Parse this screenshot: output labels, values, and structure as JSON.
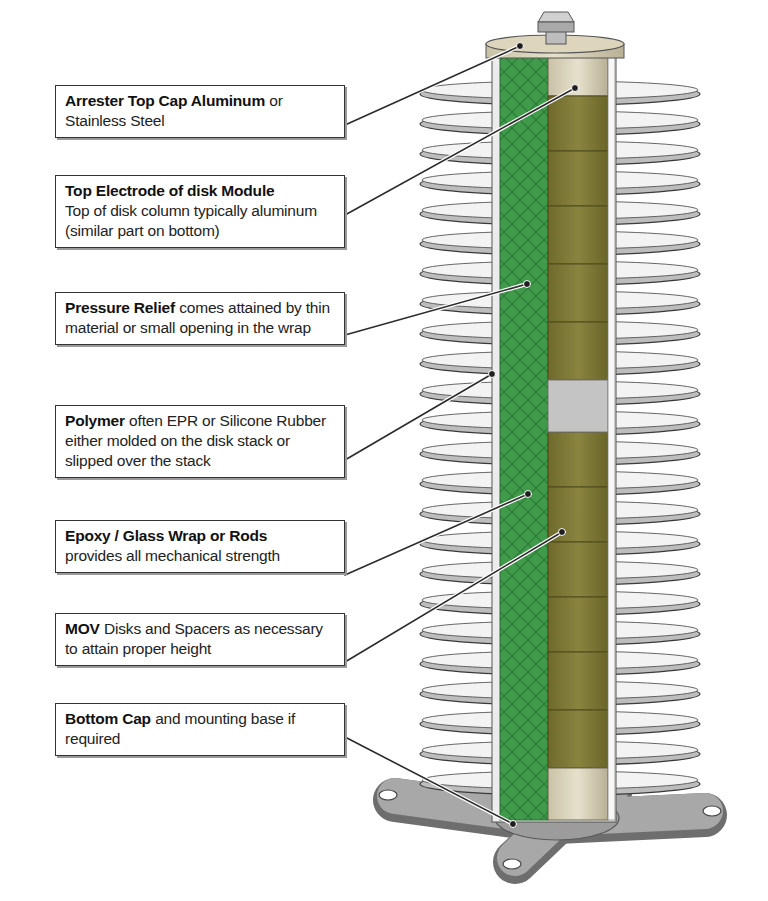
{
  "diagram": {
    "nodes": [
      {
        "text": [
          "Arrester Top Cap Aluminum",
          "or Stainless Steel"
        ]
      },
      {
        "text": [
          "Top Electrode of disk Module",
          "Top of disk column typically aluminum (similar part on bottom)"
        ]
      },
      {
        "text": [
          "Pressure Relief",
          "comes attained by thin material or small opening in the wrap"
        ]
      },
      {
        "text": [
          "Polymer",
          "often EPR or Silicone Rubber either molded on the disk stack or slipped over the stack"
        ]
      },
      {
        "text": [
          "Epoxy / Glass Wrap or Rods",
          "provides all mechanical strength"
        ]
      },
      {
        "text": [
          "MOV",
          "Disks and Spacers as necessary to attain proper height"
        ]
      },
      {
        "text": [
          "Bottom Cap",
          "and mounting base if required"
        ]
      }
    ]
  }
}
